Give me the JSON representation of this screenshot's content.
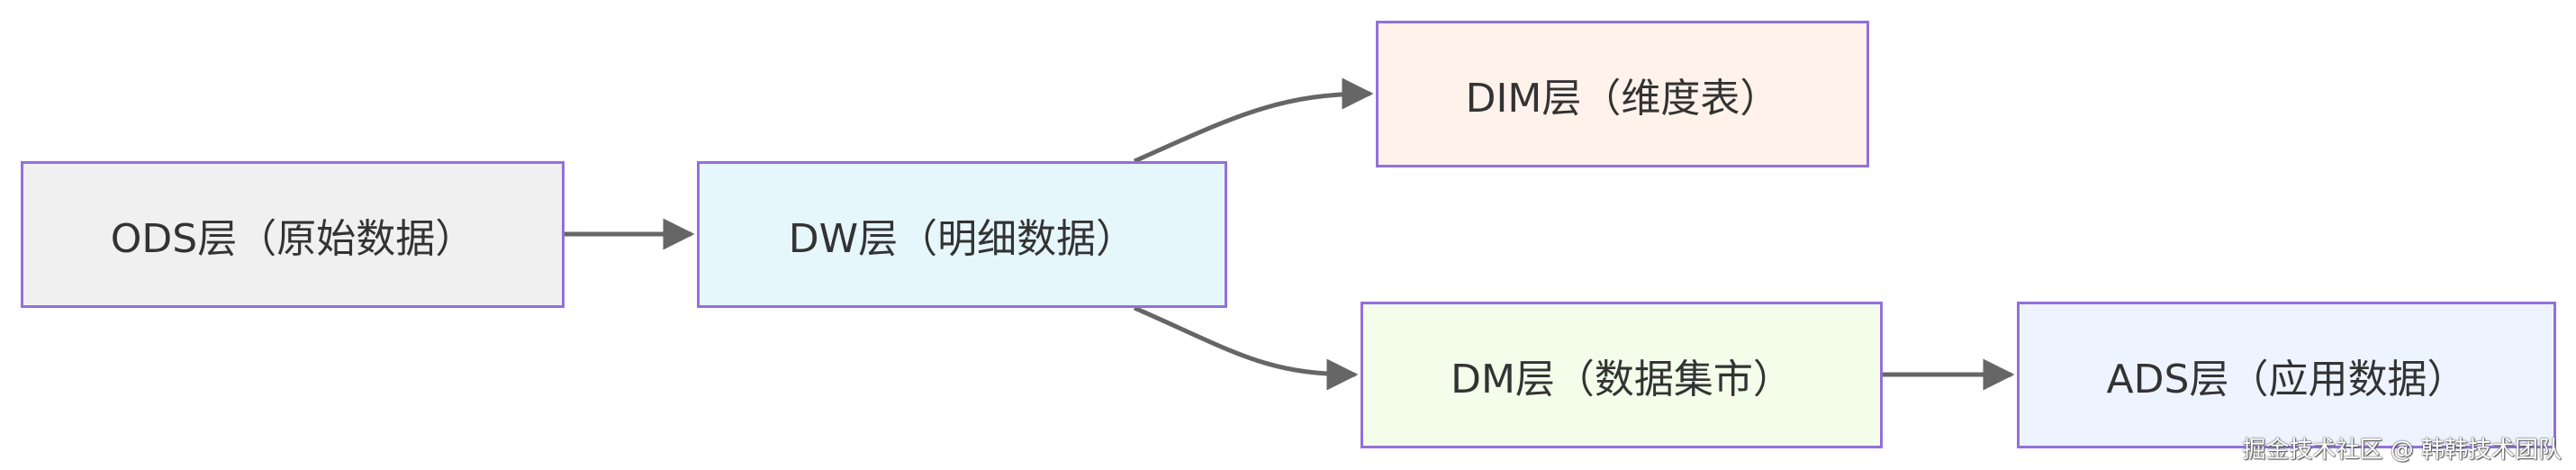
{
  "colors": {
    "edge": "#666666",
    "border": "#9370db",
    "text": "#333333"
  },
  "nodes": [
    {
      "id": "ods",
      "label": "ODS层（原始数据）",
      "fill": "#f0f0f0"
    },
    {
      "id": "dw",
      "label": "DW层（明细数据）",
      "fill": "#e6f7fc"
    },
    {
      "id": "dim",
      "label": "DIM层（维度表）",
      "fill": "#fff2ea"
    },
    {
      "id": "dm",
      "label": "DM层（数据集市）",
      "fill": "#f3fde9"
    },
    {
      "id": "ads",
      "label": "ADS层（应用数据）",
      "fill": "#eef4ff"
    }
  ],
  "edges": [
    {
      "from": "ods",
      "to": "dw"
    },
    {
      "from": "dw",
      "to": "dim"
    },
    {
      "from": "dw",
      "to": "dm"
    },
    {
      "from": "dm",
      "to": "ads"
    }
  ],
  "watermark": "掘金技术社区 @ 韩韩技术团队"
}
